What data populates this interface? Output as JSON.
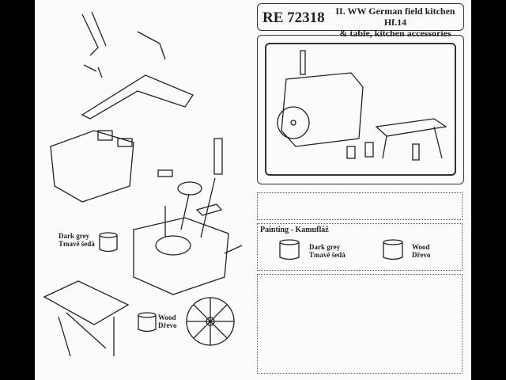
{
  "header": {
    "code": "RE 72318",
    "title_line1": "II. WW German field kitchen Hf.14",
    "title_line2": "& table, kitchen accessories"
  },
  "painting": {
    "title": "Painting - Kamufláž",
    "colors": [
      {
        "en": "Dark grey",
        "cz": "Tmavě šedá"
      },
      {
        "en": "Wood",
        "cz": "Dřevo"
      }
    ]
  },
  "diagram_labels": {
    "dark_grey_en": "Dark grey",
    "dark_grey_cz": "Tmavě šedá",
    "wood_en": "Wood",
    "wood_cz": "Dřevo"
  }
}
